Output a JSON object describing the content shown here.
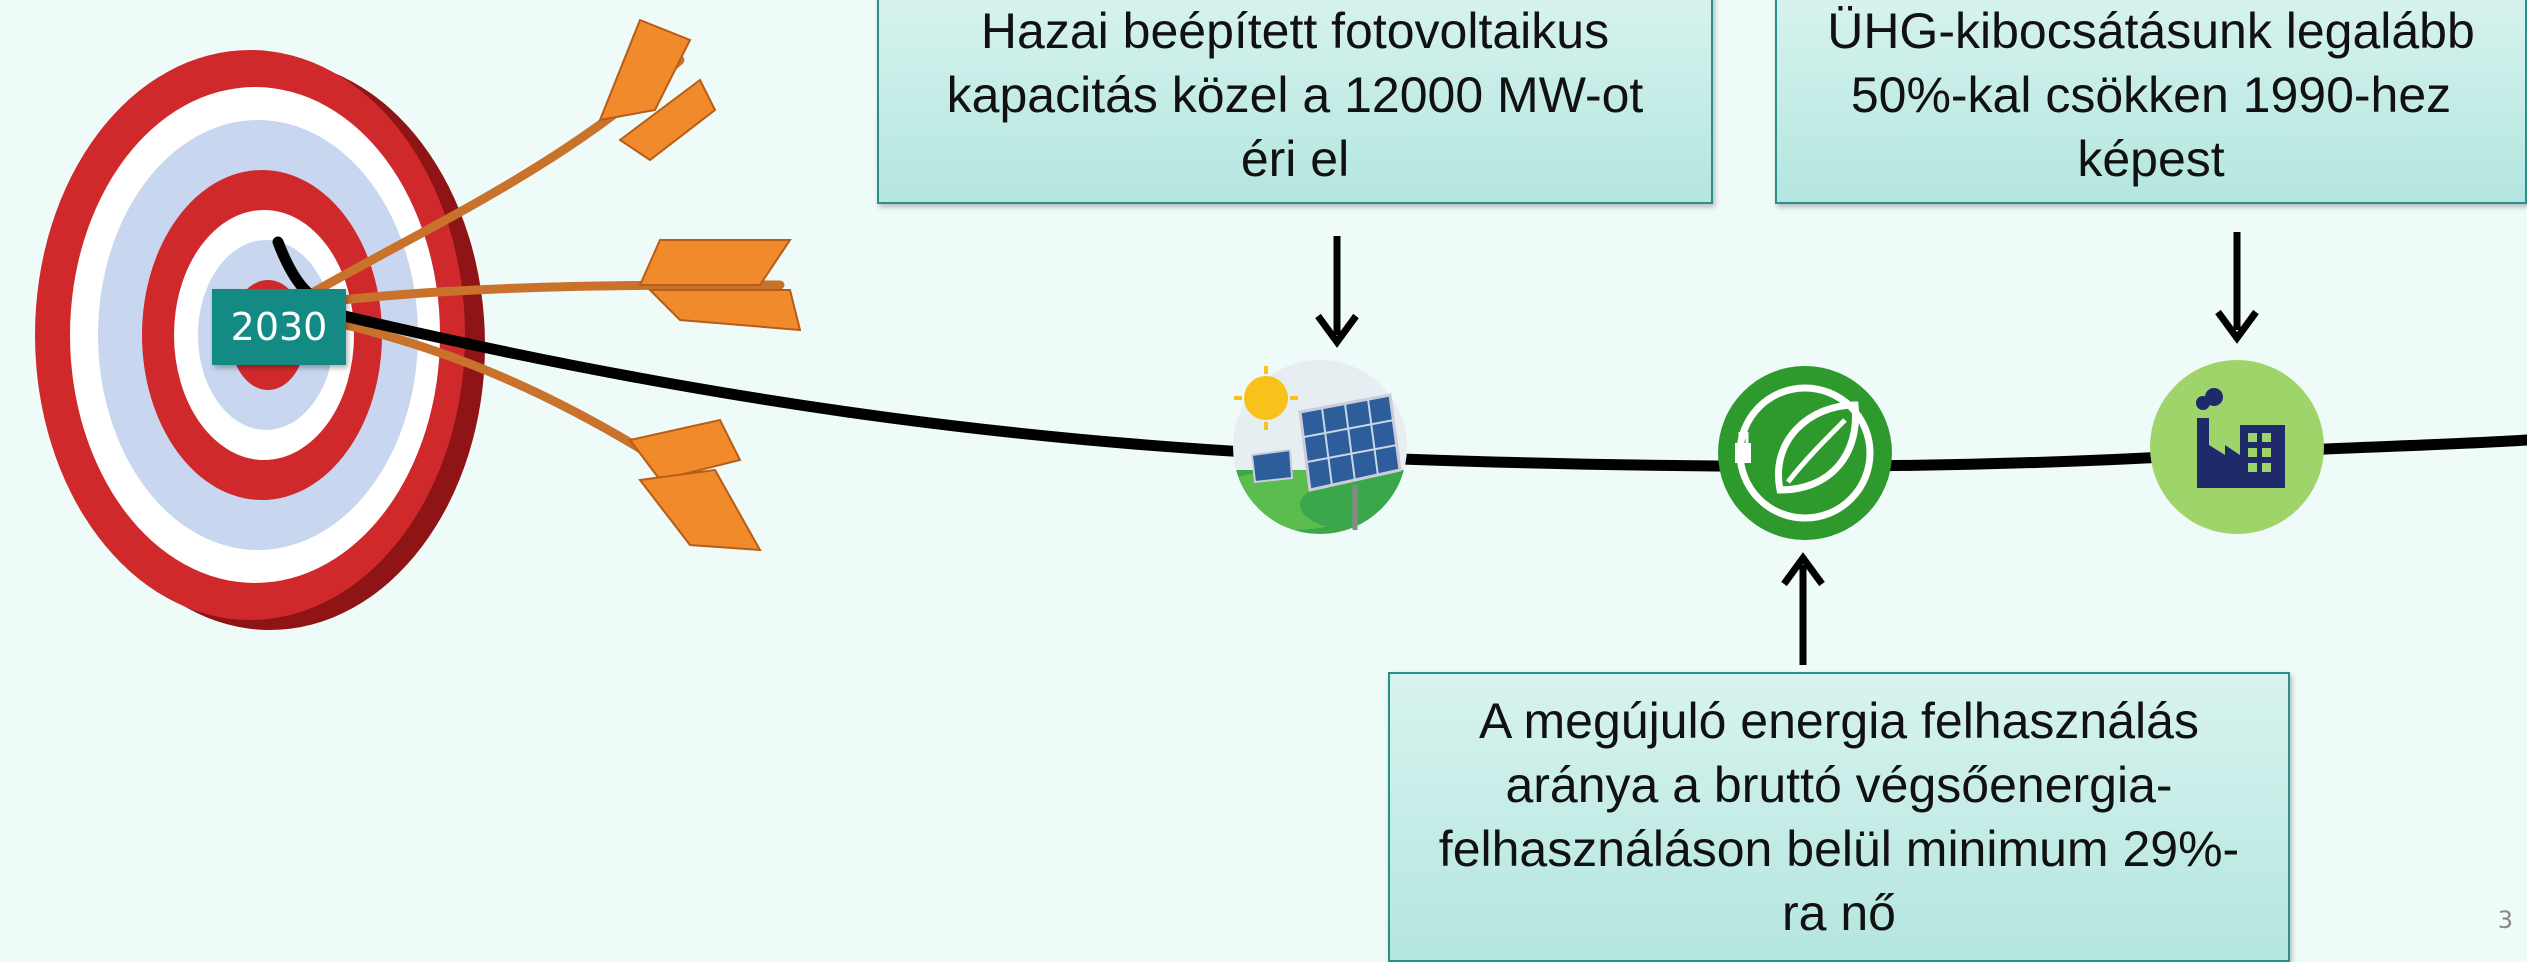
{
  "year_tag": "2030",
  "callouts": {
    "pv": {
      "lines": [
        "Hazai beépített fotovoltaikus",
        "kapacitás közel a 12000 MW-ot",
        "éri el"
      ]
    },
    "ghg": {
      "lines": [
        "ÜHG-kibocsátásunk legalább",
        "50%-kal csökken 1990-hez",
        "képest"
      ]
    },
    "renewable": {
      "lines": [
        "A megújuló energia felhasználás",
        "aránya a bruttó végsőenergia-",
        "felhasználáson belül minimum 29%-",
        "ra nő"
      ]
    }
  },
  "icons": {
    "solar": "solar-panel-icon",
    "renewable": "leaf-plug-icon",
    "factory": "factory-icon",
    "target": "target-with-arrows-icon"
  },
  "colors": {
    "background": "#effbf9",
    "callout_fill": "#c6ede8",
    "callout_border": "#2a8f86",
    "year_tag": "#148a84",
    "target_red": "#d0292c",
    "arrow_orange": "#f08a2a",
    "leaf_green": "#2e9a2e",
    "factory_green": "#9fd46a",
    "factory_navy": "#1f2a6b"
  },
  "page_number": "3"
}
